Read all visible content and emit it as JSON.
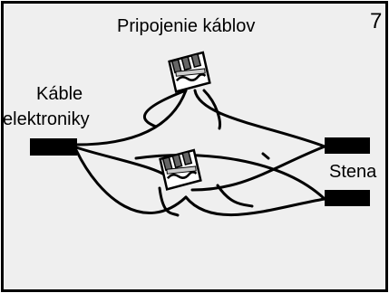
{
  "diagram": {
    "title": "Pripojenie káblov",
    "page_number": "7",
    "labels": {
      "electronics_cables_line1": "Káble",
      "electronics_cables_line2": "elektroniky",
      "wall": "Stena"
    },
    "components": [
      "electronics-cable-end",
      "wall-cable-end-top",
      "wall-cable-end-bottom",
      "wire-connector-top",
      "wire-connector-bottom"
    ]
  },
  "colors": {
    "panel_background": "#efefef",
    "border": "#000000",
    "wire": "#000000"
  }
}
